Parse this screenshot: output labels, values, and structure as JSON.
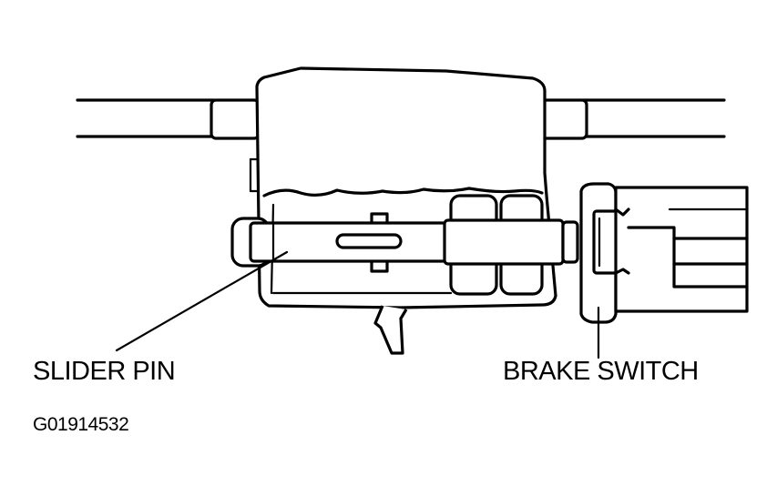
{
  "labels": {
    "slider_pin": "SLIDER PIN",
    "brake_switch": "BRAKE SWITCH"
  },
  "figure_code": "G01914532",
  "colors": {
    "line": "#000000",
    "background": "#ffffff"
  }
}
